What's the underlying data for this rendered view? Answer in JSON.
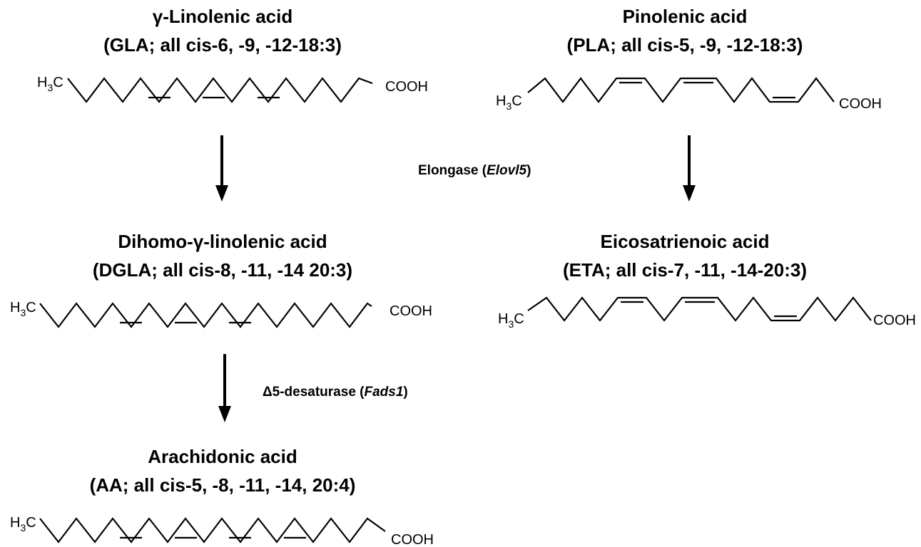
{
  "compounds": {
    "gla": {
      "name": "γ-Linolenic acid",
      "formula": "(GLA; all cis-6, -9, -12-18:3)",
      "methyl": "H",
      "methyl_sub": "3",
      "methyl_c": "C",
      "acid": "COOH"
    },
    "pla": {
      "name": "Pinolenic acid",
      "formula": "(PLA; all cis-5, -9, -12-18:3)",
      "methyl": "H",
      "methyl_sub": "3",
      "methyl_c": "C",
      "acid": "COOH"
    },
    "dgla": {
      "name": "Dihomo-γ-linolenic acid",
      "formula": "(DGLA; all cis-8, -11, -14 20:3)",
      "methyl": "H",
      "methyl_sub": "3",
      "methyl_c": "C",
      "acid": "COOH"
    },
    "eta": {
      "name": "Eicosatrienoic acid",
      "formula": "(ETA; all cis-7, -11, -14-20:3)",
      "methyl": "H",
      "methyl_sub": "3",
      "methyl_c": "C",
      "acid": "COOH"
    },
    "aa": {
      "name": "Arachidonic acid",
      "formula": "(AA; all cis-5, -8, -11, -14, 20:4)",
      "methyl": "H",
      "methyl_sub": "3",
      "methyl_c": "C",
      "acid": "COOH"
    }
  },
  "enzymes": {
    "elongase": {
      "prefix": "Elongase (",
      "gene": "Elovl5",
      "suffix": ")"
    },
    "desaturase": {
      "prefix": "Δ5-desaturase (",
      "gene": "Fads1",
      "suffix": ")"
    }
  },
  "colors": {
    "ink": "#000000",
    "background": "#ffffff"
  }
}
